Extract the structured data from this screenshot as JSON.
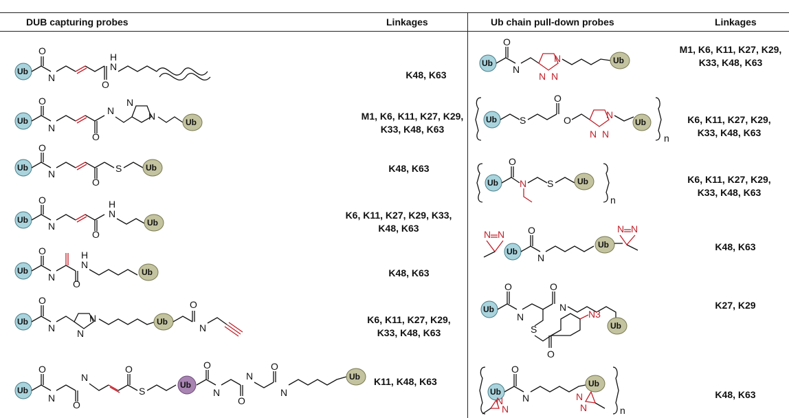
{
  "headers": {
    "dub_probes": "DUB capturing probes",
    "dub_linkages": "Linkages",
    "pulldown_probes": "Ub chain pull-down probes",
    "pulldown_linkages": "Linkages"
  },
  "ub_label": "Ub",
  "atoms": {
    "O": "O",
    "N": "N",
    "H": "H",
    "NH": "H",
    "S": "S",
    "n": "n",
    "N3": "N3"
  },
  "dub_rows": [
    {
      "linkage": "K48, K63"
    },
    {
      "linkage_line1": "M1, K6, K11, K27, K29,",
      "linkage_line2": "K33, K48, K63"
    },
    {
      "linkage": "K48, K63"
    },
    {
      "linkage_line1": "K6, K11, K27, K29, K33,",
      "linkage_line2": "K48, K63"
    },
    {
      "linkage": "K48, K63"
    },
    {
      "linkage_line1": "K6, K11, K27, K29,",
      "linkage_line2": "K33, K48, K63"
    },
    {
      "linkage": "K11, K48, K63"
    }
  ],
  "pulldown_rows": [
    {
      "linkage_line1": "M1, K6, K11, K27, K29,",
      "linkage_line2": "K33, K48, K63"
    },
    {
      "linkage_line1": "K6, K11, K27, K29,",
      "linkage_line2": "K33, K48, K63"
    },
    {
      "linkage_line1": "K6, K11, K27, K29,",
      "linkage_line2": "K33, K48, K63"
    },
    {
      "linkage": "K48, K63"
    },
    {
      "linkage": "K27, K29"
    },
    {
      "linkage": "K48, K63"
    }
  ],
  "colors": {
    "ub_blue": "#a9d4de",
    "ub_olive": "#c3c3a0",
    "ub_purple": "#a884b2",
    "warhead_red": "#c0202a",
    "rule": "#222222"
  }
}
